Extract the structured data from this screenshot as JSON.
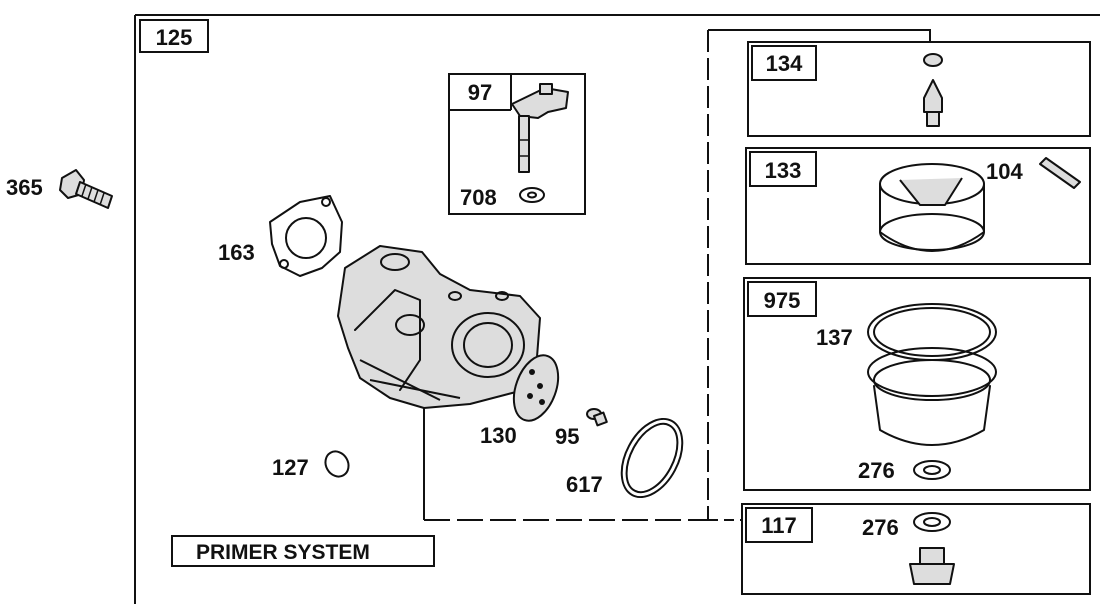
{
  "main_assembly": {
    "number": "125",
    "parts": {
      "bolt": "365",
      "gasket": "163",
      "plug": "127",
      "diaphragm": "130",
      "screw": "95",
      "o_ring": "617"
    },
    "primer_caption": "PRIMER SYSTEM"
  },
  "insets": {
    "choke_kit": {
      "number": "97",
      "washer": "708"
    },
    "needle_kit": {
      "number": "134"
    },
    "float_kit": {
      "number": "133",
      "pin": "104"
    },
    "bowl_kit": {
      "number": "975",
      "gasket": "137",
      "washer": "276"
    },
    "drain_kit": {
      "number": "117",
      "washer": "276"
    }
  }
}
